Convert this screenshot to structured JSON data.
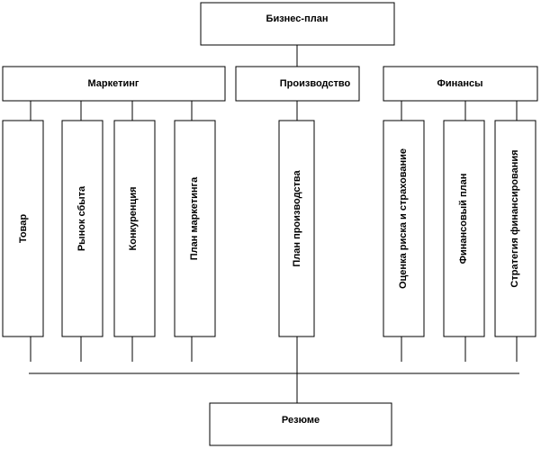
{
  "root": {
    "label": "Бизнес-план"
  },
  "sections": [
    {
      "label": "Маркетинг",
      "items": [
        "Товар",
        "Рынок сбыта",
        "Конкуренция",
        "План маркетинга"
      ]
    },
    {
      "label": "Производство",
      "items": [
        "План производства"
      ]
    },
    {
      "label": "Финансы",
      "items": [
        "Оценка риска и страхование",
        "Финансовый план",
        "Стратегия финансирования"
      ]
    }
  ],
  "summary": {
    "label": "Резюме"
  }
}
